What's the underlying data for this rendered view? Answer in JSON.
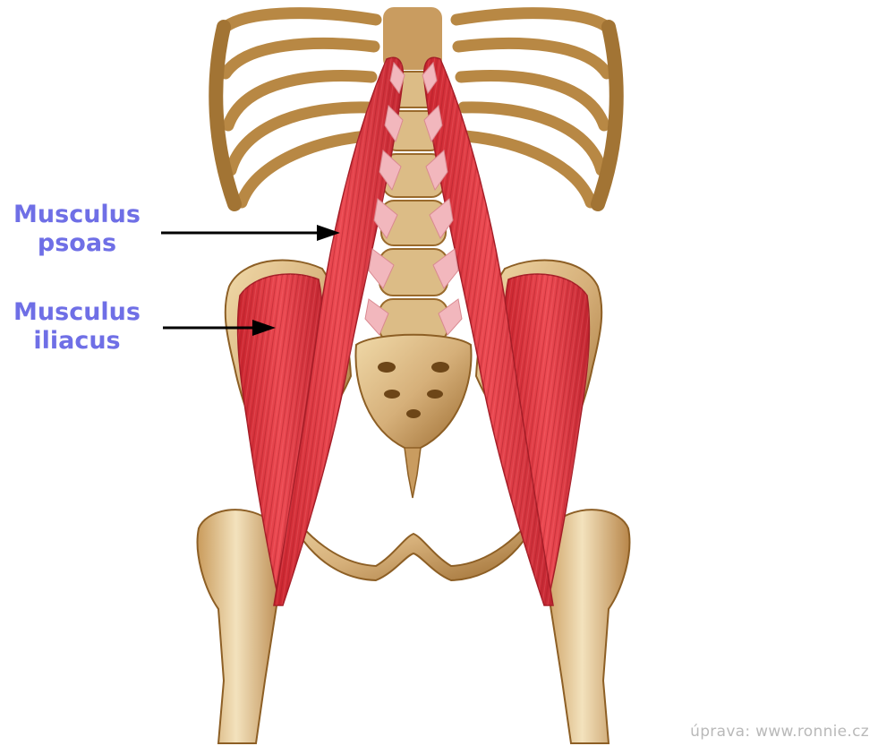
{
  "labels": {
    "psoas": {
      "line1": "Musculus",
      "line2": "psoas"
    },
    "iliacus": {
      "line1": "Musculus",
      "line2": "iliacus"
    }
  },
  "credit": "úprava: www.ronnie.cz",
  "colors": {
    "label": "#6f6fe6",
    "bone": "#d9b57e",
    "bone_dark": "#9a6a2c",
    "muscle": "#e23a43",
    "muscle_dark": "#b8222d",
    "tendon": "#f2b7bd",
    "credit": "#b9b9b9",
    "arrow": "#000000"
  }
}
